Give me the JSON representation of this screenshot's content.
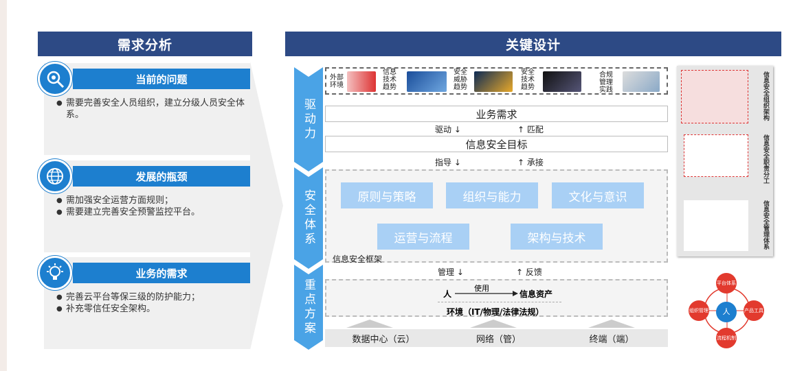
{
  "left": {
    "title": "需求分析",
    "cards": [
      {
        "title": "当前的问题",
        "icon": "gear-search-icon",
        "bullets": [
          "需要完善安全人员组织，建立分级人员安全体系。"
        ]
      },
      {
        "title": "发展的瓶颈",
        "icon": "network-globe-icon",
        "bullets": [
          "需加强安全运营方面规则；",
          "需要建立完善安全预警监控平台。"
        ]
      },
      {
        "title": "业务的需求",
        "icon": "lightbulb-icon",
        "bullets": [
          "完善云平台等保三级的防护能力；",
          "补充零信任安全架构。"
        ]
      }
    ]
  },
  "right": {
    "title": "关键设计",
    "chevrons": [
      "驱动力",
      "安全体系",
      "重点方案"
    ],
    "external": [
      {
        "label": "外部环境"
      },
      {
        "label": "信息技术趋势"
      },
      {
        "label": "安全威胁趋势"
      },
      {
        "label": "安全技术趋势"
      },
      {
        "label": "合规管理实践"
      }
    ],
    "business_need": "业务需求",
    "drive": "驱动",
    "match": "匹配",
    "sec_goal": "信息安全目标",
    "guide": "指导",
    "inherit": "承接",
    "framework_boxes": [
      "原则与策略",
      "组织与能力",
      "文化与意识",
      "运营与流程",
      "架构与技术"
    ],
    "framework_label": "信息安全框架",
    "manage": "管理",
    "feedback": "反馈",
    "person": "人",
    "use": "使用",
    "info_asset": "信息资产",
    "environment": "环境（IT/物理/法律法规）",
    "bottom": [
      "数据中心（云）",
      "网络（管）",
      "终端（端）"
    ],
    "side_labels": [
      "信息安全组织架构",
      "信息安全职责分工",
      "信息安全管理体系"
    ],
    "circle": {
      "center": "人",
      "nodes": [
        "平台体系",
        "组织管理",
        "产品工具",
        "流程机制"
      ]
    }
  },
  "colors": {
    "header": "#2d4a85",
    "accent": "#1d7fcf",
    "chevron": "#4aa3e6",
    "light_box": "#a9d0f5",
    "red": "#e23a2e"
  }
}
